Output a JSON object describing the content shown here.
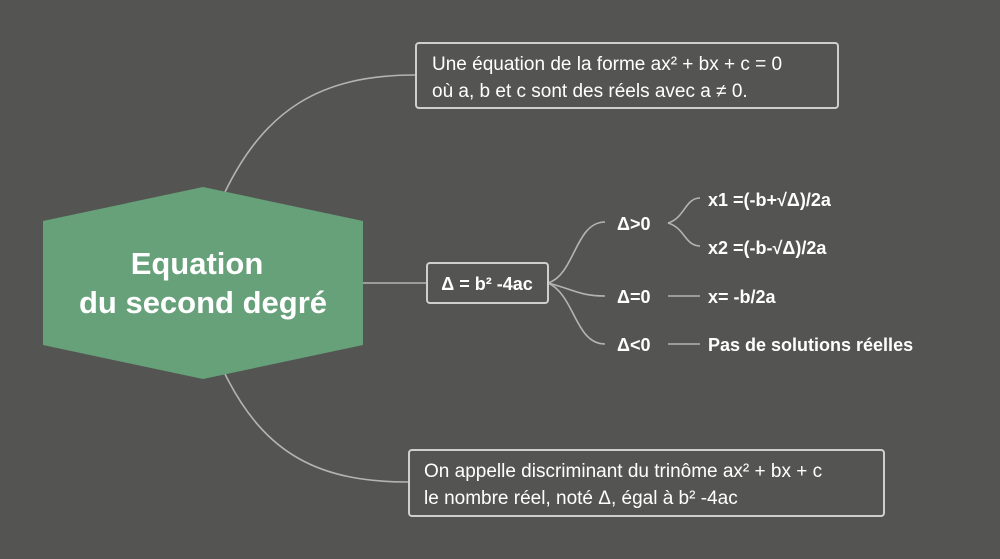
{
  "central": {
    "line1": "Equation",
    "line2": "du second degré"
  },
  "definition": {
    "line1": "Une équation de la forme ax² + bx + c = 0",
    "line2": "où a, b et c sont des réels avec a ≠ 0."
  },
  "discriminant_note": {
    "line1": "On appelle discriminant du trinôme ax² + bx + c",
    "line2": "le nombre réel, noté Δ, égal à b² -4ac"
  },
  "delta_node": "Δ = b² -4ac",
  "cases": [
    {
      "condition": "Δ>0",
      "results": [
        "x1 =(-b+√Δ)/2a",
        "x2 =(-b-√Δ)/2a"
      ]
    },
    {
      "condition": "Δ=0",
      "results": [
        "x= -b/2a"
      ]
    },
    {
      "condition": "Δ<0",
      "results": [
        "Pas de solutions réelles"
      ]
    }
  ],
  "colors": {
    "background": "#545553",
    "central": "#67a17a",
    "line": "#b4b4b2"
  }
}
